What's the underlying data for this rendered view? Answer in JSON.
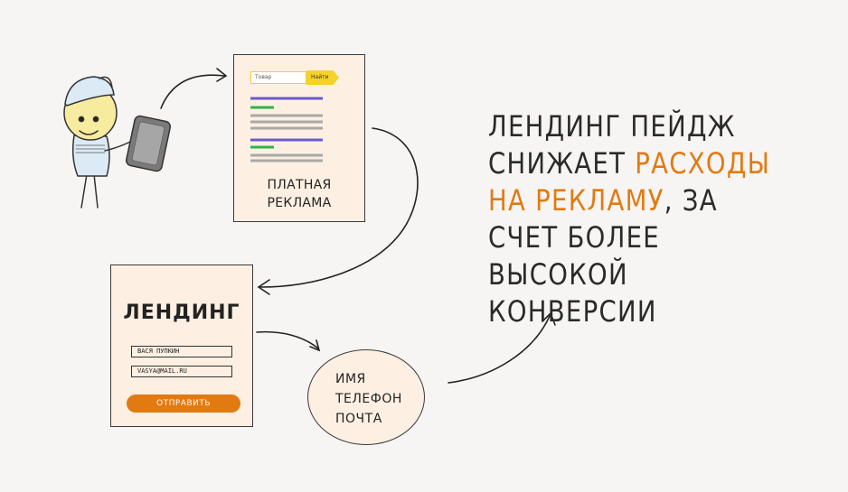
{
  "colors": {
    "accent": "#e27a12",
    "paper": "#fdf0e2",
    "search_yellow": "#f6d229",
    "ad_link_blue": "#6a5acd",
    "ad_url_green": "#2fb34a",
    "text_gray": "#a8a8a8"
  },
  "ad_page": {
    "search_placeholder": "Товар",
    "search_button": "Найти",
    "caption_line1": "ПЛАТНАЯ",
    "caption_line2": "РЕКЛАМА"
  },
  "landing_page": {
    "title": "ЛЕНДИНГ",
    "name_field_value": "ВАСЯ ПУПКИН",
    "email_field_value": "VASYA@MAIL.RU",
    "submit_label": "ОТПРАВИТЬ"
  },
  "lead_bubble": {
    "line1": "ИМЯ",
    "line2": "ТЕЛЕФОН",
    "line3": "ПОЧТА"
  },
  "headline": {
    "part1": "ЛЕНДИНГ ПЕЙДЖ СНИЖАЕТ ",
    "accent1": "РАСХОДЫ НА РЕКЛАМУ",
    "part2": ", ЗА СЧЕТ БОЛЕЕ ВЫСОКОЙ КОНВЕРСИИ"
  },
  "icons": [
    "user-figure-icon",
    "smartphone-icon",
    "flow-arrow-icon"
  ]
}
